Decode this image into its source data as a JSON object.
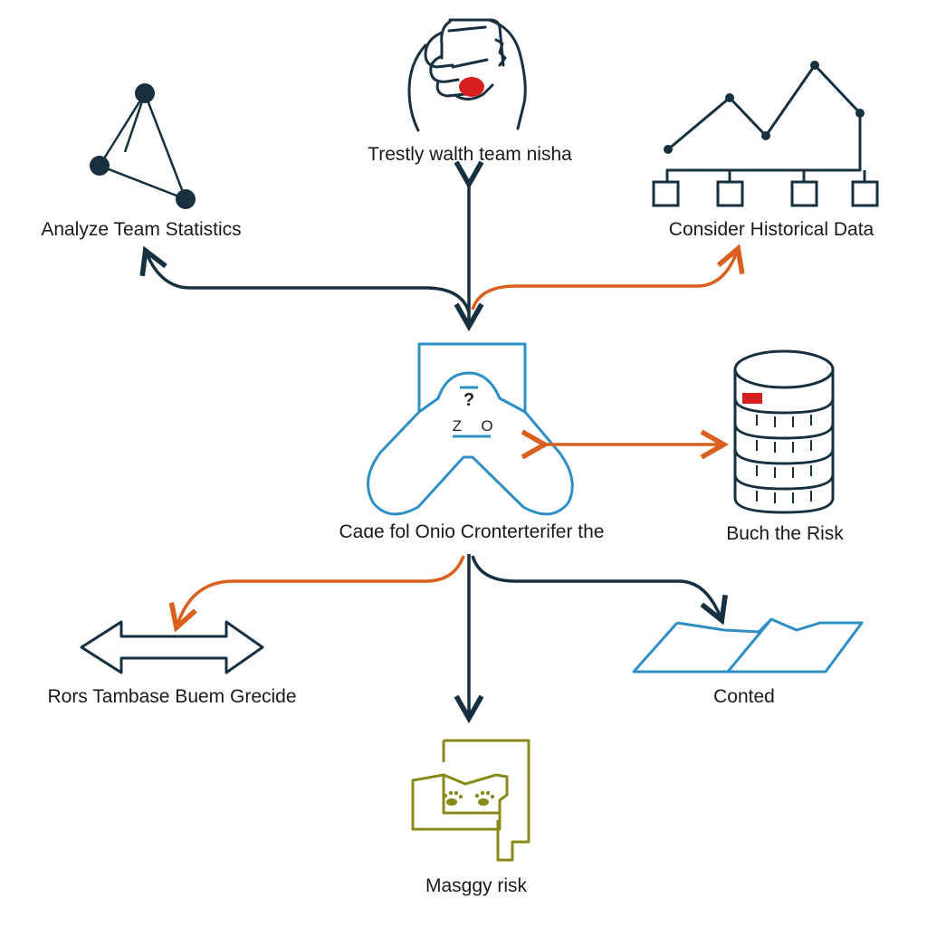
{
  "colors": {
    "navy": "#16303f",
    "orange": "#d9601f",
    "blue": "#2e8fc6",
    "olive": "#8a8a1a",
    "red": "#d61f1f"
  },
  "nodes": {
    "top": {
      "label": "Trestly walth team nisha",
      "icon": "hand-holding-phone-icon"
    },
    "top_left": {
      "label": "Analyze Team Statistics",
      "icon": "network-nodes-icon"
    },
    "top_right": {
      "label": "Consider Historical Data",
      "icon": "line-chart-icon"
    },
    "center": {
      "label": "Caɑe fol Onio Cronterterifer the",
      "icon": "game-controller-icon",
      "marks": [
        "?",
        "Z",
        "O"
      ]
    },
    "right": {
      "label": "Buch the Risk",
      "icon": "database-icon"
    },
    "bottom_left": {
      "label": "Rors Tambase Buem Grecide",
      "icon": "double-arrow-icon"
    },
    "bottom_right": {
      "label": "Conted",
      "icon": "terrain-map-icon"
    },
    "bottom": {
      "label": "Masgɡy risk",
      "icon": "folder-paws-icon"
    }
  }
}
